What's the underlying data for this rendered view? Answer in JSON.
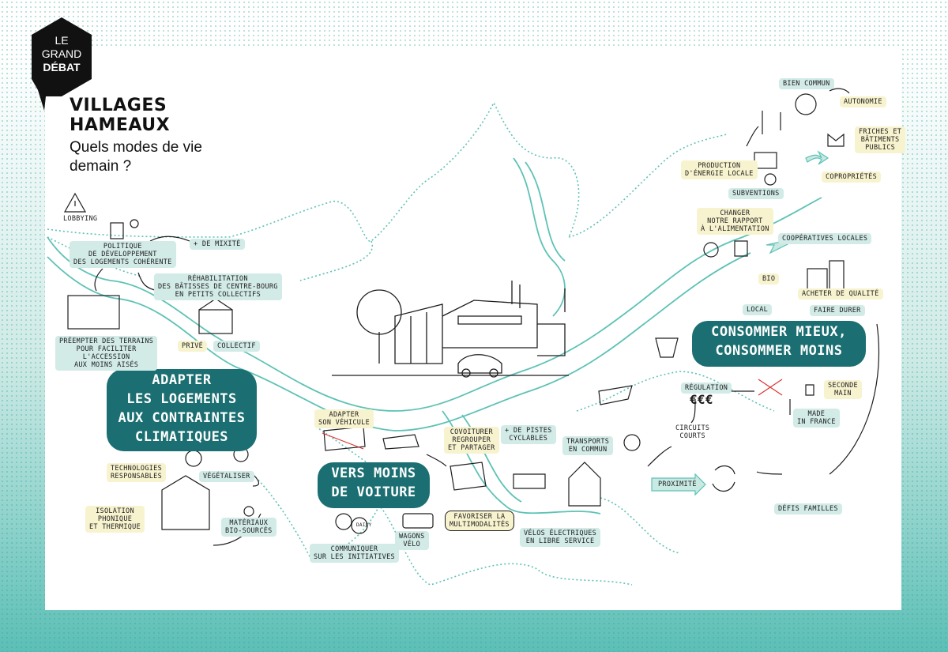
{
  "badge": {
    "line1": "LE",
    "line2": "GRAND",
    "line3": "DÉBAT"
  },
  "header": {
    "title_line1": "VILLAGES",
    "title_line2": "HAMEAUX",
    "subtitle": "Quels modes de vie demain ?"
  },
  "bubbles": {
    "housing": "ADAPTER\nLES LOGEMENTS\nAUX CONTRAINTES\nCLIMATIQUES",
    "car": "VERS MOINS\nDE VOITURE",
    "consume": "CONSOMMER MIEUX,\nCONSOMMER MOINS"
  },
  "labels": {
    "lobbying": "LOBBYING",
    "politique": "POLITIQUE\nDE DÉVELOPPEMENT\nDES LOGEMENTS COHÉRENTE",
    "mixite": "+ DE MIXITÉ",
    "rehab": "RÉHABILITATION\nDES BÂTISSES DE CENTRE-BOURG\nEN PETITS COLLECTIFS",
    "prive": "PRIVÉ",
    "collectif": "COLLECTIF",
    "preempter": "PRÉEMPTER DES TERRAINS\nPOUR FACILITER\nL'ACCESSION\nAUX MOINS AISÉS",
    "technologies": "TECHNOLOGIES\nRESPONSABLES",
    "vegetaliser": "VÉGÉTALISER",
    "isolation": "ISOLATION\nPHONIQUE\nET THERMIQUE",
    "materiaux": "MATÉRIAUX\nBIO-SOURCÉS",
    "communiquer": "COMMUNIQUER\nSUR LES INITIATIVES",
    "daily": "DAILY",
    "adapter_vehicule": "ADAPTER\nSON VÉHICULE",
    "covoiturer": "COVOITURER\nREGROUPER\nET PARTAGER",
    "pistes": "+ DE PISTES\nCYCLABLES",
    "transports": "TRANSPORTS\nEN COMMUN",
    "wagons": "WAGONS\nVÉLO",
    "multimodalites": "FAVORISER LA\nMULTIMODALITÉS",
    "velos": "VÉLOS ÉLECTRIQUES\nEN LIBRE SERVICE",
    "proximite": "PROXIMITÉ",
    "defis": "DÉFIS FAMILLES",
    "circuits": "CIRCUITS\nCOURTS",
    "regulation": "RÉGULATION",
    "euros": "€€€",
    "made_in_france": "MADE\nIN FRANCE",
    "seconde_main": "SECONDE\nMAIN",
    "acheter": "ACHETER DE QUALITÉ",
    "faire_durer": "FAIRE DURER",
    "bio": "BIO",
    "local": "LOCAL",
    "changer": "CHANGER\nNOTRE RAPPORT\nÀ L'ALIMENTATION",
    "cooperatives": "COOPÉRATIVES LOCALES",
    "production": "PRODUCTION\nD'ÉNERGIE LOCALE",
    "subventions": "SUBVENTIONS",
    "coproprietes": "COPROPRIÉTÉS",
    "friches": "FRICHES ET\nBÂTIMENTS\nPUBLICS",
    "bien_commun": "BIEN COMMUN",
    "autonomie": "AUTONOMIE"
  },
  "colors": {
    "teal_dark": "#1b6e71",
    "teal_light": "#d2ebe7",
    "yellow_light": "#f8f3cf",
    "river": "#7ccfc4"
  }
}
